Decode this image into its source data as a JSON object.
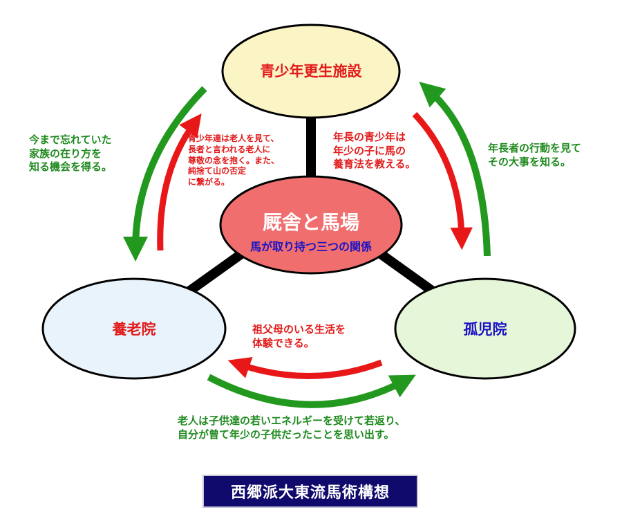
{
  "colors": {
    "top_node_fill": "#fbf5c6",
    "left_node_fill": "#e8f3fc",
    "right_node_fill": "#e6f6d8",
    "center_node_fill": "#f06e6e",
    "green_arrow": "#23981f",
    "red_arrow": "#e81818",
    "blue_text": "#1b13c4",
    "title_bg": "#0f0a6b"
  },
  "nodes": {
    "top": {
      "label": "青少年更生施設"
    },
    "left": {
      "label": "養老院"
    },
    "right": {
      "label": "孤児院"
    },
    "center": {
      "title": "厩舎と馬場",
      "subtitle": "馬が取り持つ三つの関係"
    }
  },
  "annotations": {
    "left_green": "今まで忘れていた\n家族の在り方を\n知る機会を得る。",
    "left_red": "青少年達は老人を見て、\n長者と言われる老人に\n尊敬の念を抱く。また、\n純捨て山の否定\nに繋がる。",
    "right_red": "年長の青少年は\n年少の子に馬の\n養育法を教える。",
    "right_green": "年長者の行動を見て\nその大事を知る。",
    "bottom_red": "祖父母のいる生活を\n体験できる。",
    "bottom_green": "老人は子供達の若いエネルギーを受けて若返り、\n自分が曾て年少の子供だったことを思い出す。"
  },
  "title": "西郷派大東流馬術構想"
}
